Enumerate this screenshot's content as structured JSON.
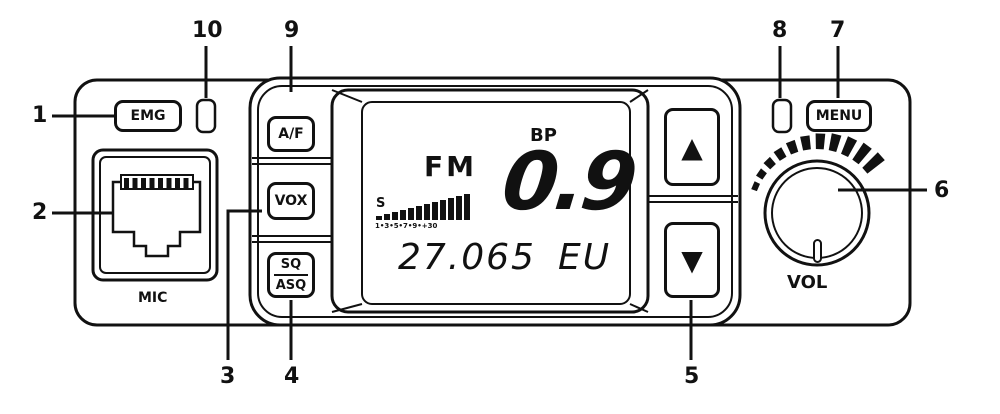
{
  "callouts": [
    "1",
    "2",
    "3",
    "4",
    "5",
    "6",
    "7",
    "8",
    "9",
    "10"
  ],
  "buttons": {
    "emg": "EMG",
    "menu": "MENU",
    "af": "A/F",
    "vox": "VOX",
    "sq": "SQ",
    "asq": "ASQ",
    "up_arrow": "▲",
    "down_arrow": "▼"
  },
  "labels": {
    "mic": "MIC",
    "vol": "VOL"
  },
  "lcd": {
    "mode": "FM",
    "bp": "BP",
    "channel": "0.9",
    "s_label": "S",
    "s_scale": "1•3•5•7•9•+30",
    "frequency": "27.065",
    "band": "EU"
  },
  "icons": [
    "rj45-mic-socket-icon",
    "volume-knob-icon",
    "up-arrow-icon",
    "down-arrow-icon",
    "led-indicator-icon",
    "signal-meter-icon"
  ],
  "colors": {
    "line": "#111111",
    "background": "#ffffff"
  }
}
